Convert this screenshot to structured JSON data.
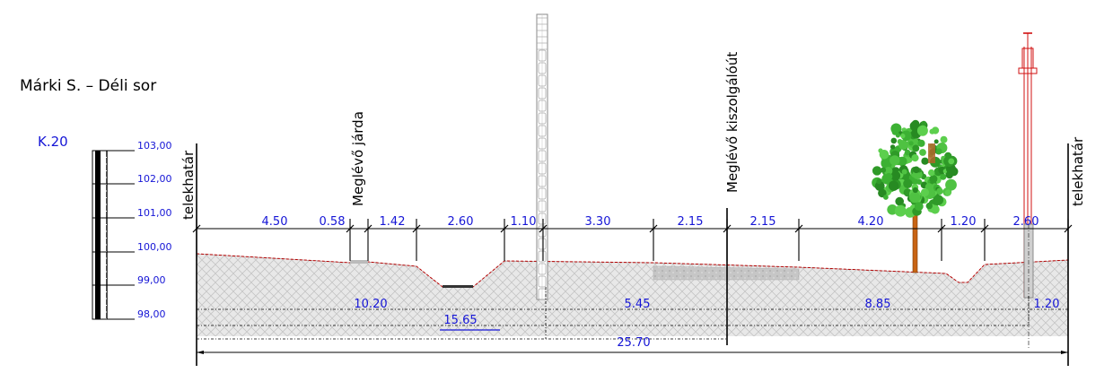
{
  "title": "Márki S. – Déli sor",
  "section_code": "K.20",
  "scale": {
    "ticks": [
      "103,00",
      "102,00",
      "101,00",
      "100,00",
      "99,00",
      "98,00"
    ]
  },
  "labels": {
    "property_line_left": "telekhatár",
    "property_line_right": "telekhatár",
    "sidewalk": "Meglévő járda",
    "service_road": "Meglévő kiszolgálóút"
  },
  "top_dimensions": [
    "4.50",
    "0.58",
    "1.42",
    "2.60",
    "1.10",
    "3.30",
    "2.15",
    "2.15",
    "4.20",
    "1.20",
    "2.60"
  ],
  "bottom_dimensions": {
    "d1": "10.20",
    "d2": "15.65",
    "d3": "5.45",
    "d4": "8.85",
    "d5": "1.20",
    "total": "25.70"
  },
  "colors": {
    "dimension_text": "#1515d6",
    "ground_line": "#cc0000",
    "ground_fill": "#e6e6e6",
    "tree_foliage": "#33a52a",
    "tree_trunk": "#c86414",
    "pole_outline": "#999999",
    "power_pole": "#d01010"
  }
}
